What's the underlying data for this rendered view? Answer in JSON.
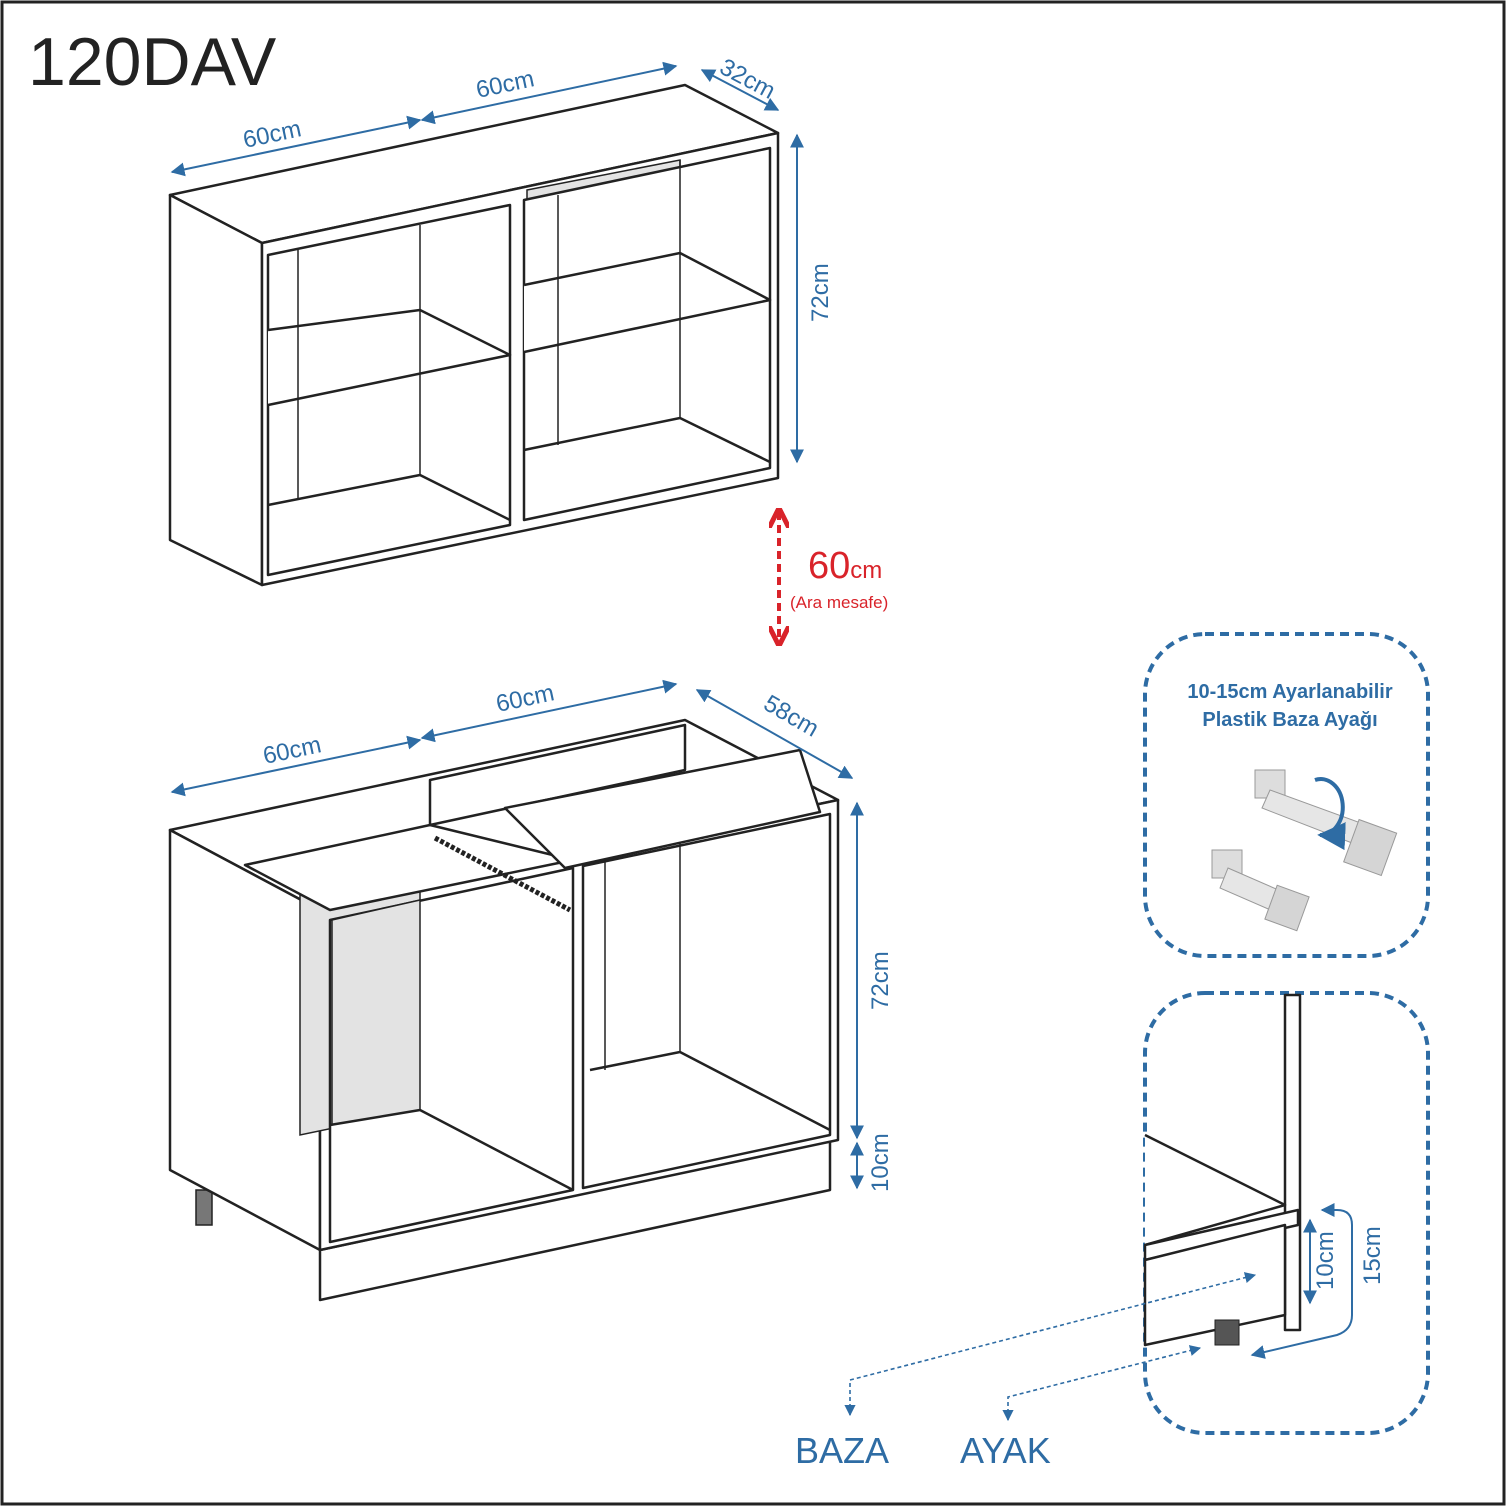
{
  "title": "120DAV",
  "upper_cabinet": {
    "width_left": "60cm",
    "width_right": "60cm",
    "depth": "32cm",
    "height": "72cm"
  },
  "gap": {
    "value": "60",
    "unit": "cm",
    "label": "(Ara mesafe)"
  },
  "lower_cabinet": {
    "width_left": "60cm",
    "width_right": "60cm",
    "depth": "58cm",
    "height": "72cm",
    "plinth_height": "10cm"
  },
  "leg_info": {
    "line1": "10-15cm Ayarlanabilir",
    "line2": "Plastik Baza Ayağı"
  },
  "detail": {
    "plinth": "10cm",
    "leg": "15cm",
    "baza_label": "BAZA",
    "ayak_label": "AYAK"
  },
  "colors": {
    "dimension": "#2e6ca4",
    "gap": "#d9232a"
  }
}
